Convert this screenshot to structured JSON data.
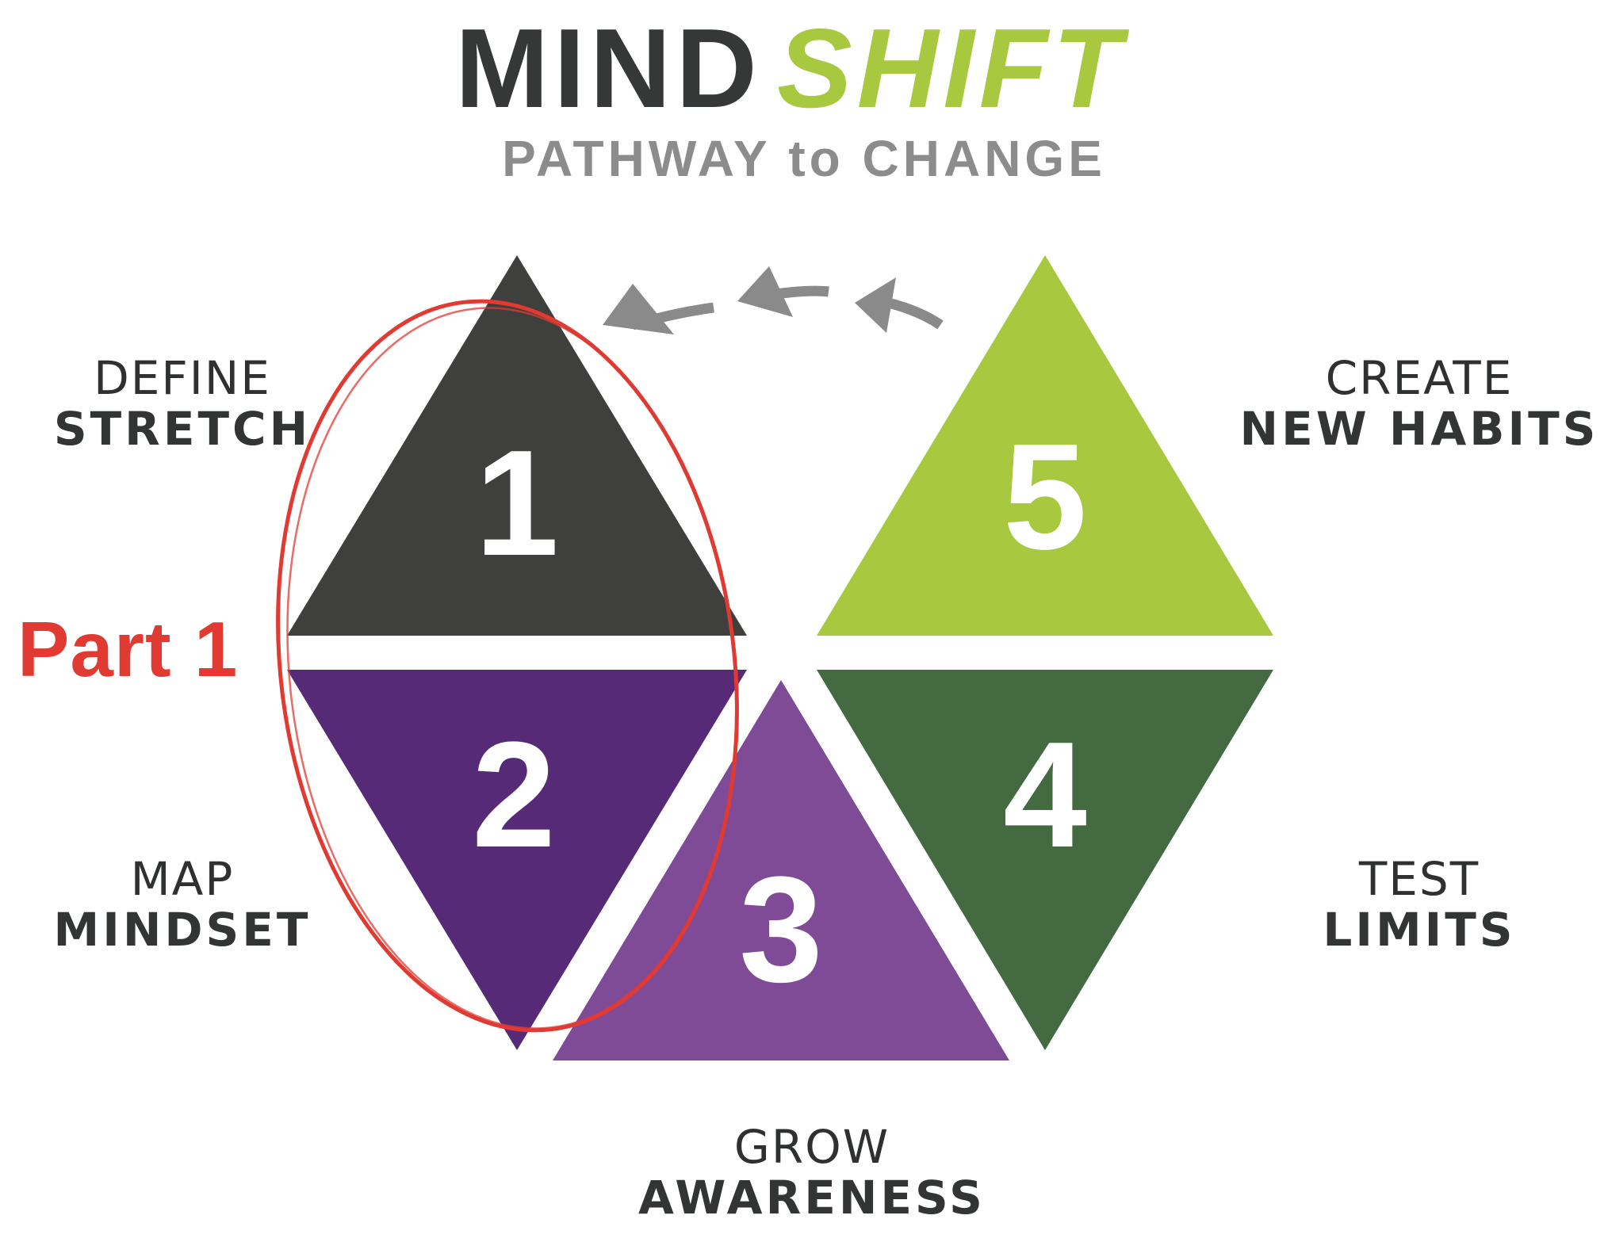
{
  "header": {
    "title_part1": "MIND",
    "title_part2": "SHIFT",
    "subtitle": "PATHWAY to CHANGE"
  },
  "steps": [
    {
      "number": "1",
      "line1": "DEFINE",
      "line2": "STRETCH",
      "color": "#3f3f3d"
    },
    {
      "number": "2",
      "line1": "MAP",
      "line2": "MINDSET",
      "color": "#572a78"
    },
    {
      "number": "3",
      "line1": "GROW",
      "line2": "AWARENESS",
      "color": "#7f4b96"
    },
    {
      "number": "4",
      "line1": "TEST",
      "line2": "LIMITS",
      "color": "#436a41"
    },
    {
      "number": "5",
      "line1": "CREATE",
      "line2": "NEW HABITS",
      "color": "#a8c840"
    }
  ],
  "highlight": {
    "label": "Part 1",
    "color": "#e03a33"
  },
  "colors": {
    "title_dark": "#363837",
    "title_green": "#a8c840",
    "subtitle_gray": "#8c8c8c",
    "arrow_gray": "#8a8a8a"
  }
}
